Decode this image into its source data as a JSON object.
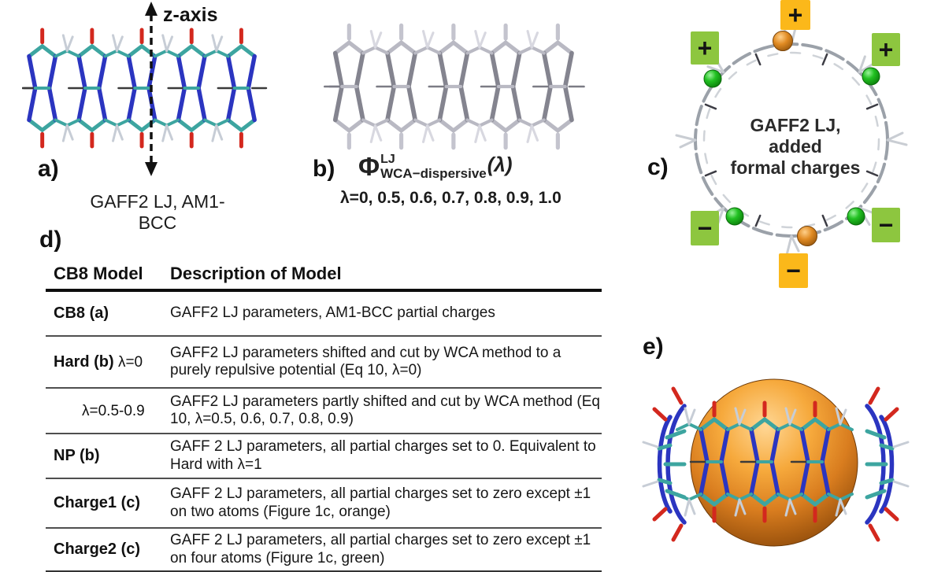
{
  "figure": {
    "type": "scientific-figure",
    "panels": {
      "a": {
        "label": "a)",
        "axis_label": "z-axis",
        "caption": "GAFF2 LJ, AM1-BCC",
        "molecule": "CB8 side view, colored sticks (blue N, teal C, red O)"
      },
      "b": {
        "label": "b)",
        "formula": {
          "phi": "Φ",
          "sup": "LJ",
          "sub": "WCA−dispersive",
          "arg": "(λ)"
        },
        "lambda_values": "λ=0, 0.5, 0.6, 0.7, 0.8, 0.9, 1.0",
        "molecule": "CB8 side view, uncharged gray sticks"
      },
      "c": {
        "label": "c)",
        "center_text_line1": "GAFF2 LJ, added",
        "center_text_line2": "formal charges",
        "molecule": "CB8 top view ring with charged atoms (orange and green spheres)",
        "charges": [
          {
            "sign": "+",
            "color": "amber",
            "position": "top"
          },
          {
            "sign": "+",
            "color": "green",
            "position": "upper-left"
          },
          {
            "sign": "+",
            "color": "green",
            "position": "upper-right"
          },
          {
            "sign": "−",
            "color": "green",
            "position": "lower-left"
          },
          {
            "sign": "−",
            "color": "green",
            "position": "lower-right"
          },
          {
            "sign": "−",
            "color": "amber",
            "position": "bottom"
          }
        ]
      },
      "d": {
        "label": "d)",
        "table": {
          "headers": [
            "CB8 Model",
            "Description of Model"
          ],
          "rows": [
            {
              "model_bold": "CB8 (a)",
              "model_plain": "",
              "description": "GAFF2 LJ parameters, AM1-BCC partial charges"
            },
            {
              "model_bold": "Hard  (b)",
              "model_plain": " λ=0",
              "description": "GAFF2 LJ parameters shifted and cut by WCA method to a purely repulsive potential (Eq 10, λ=0)"
            },
            {
              "model_bold": "",
              "model_plain": "λ=0.5-0.9",
              "description": "GAFF2 LJ parameters partly shifted and cut by WCA method (Eq 10, λ=0.5, 0.6, 0.7, 0.8, 0.9)"
            },
            {
              "model_bold": "NP (b)",
              "model_plain": "",
              "description": "GAFF 2 LJ parameters, all partial charges set to 0. Equivalent to Hard with λ=1"
            },
            {
              "model_bold": "Charge1 (c)",
              "model_plain": "",
              "description": "GAFF 2 LJ parameters, all partial charges set to zero except ±1 on two atoms (Figure 1c, orange)"
            },
            {
              "model_bold": "Charge2 (c)",
              "model_plain": "",
              "description": "GAFF 2 LJ parameters, all partial charges set to zero except ±1 on four atoms (Figure 1c, green)"
            }
          ]
        }
      },
      "e": {
        "label": "e)",
        "molecule": "CB8 side view with large orange guest sphere bound inside"
      }
    },
    "colors": {
      "badge_green": "#8dc63f",
      "badge_amber": "#fbb81a",
      "sphere_orange": "#d97d1f",
      "sphere_green": "#1db31d",
      "molecule_blue": "#2b35c0",
      "molecule_teal": "#3da5a0",
      "molecule_red": "#d3281e",
      "molecule_gray": "#9b9ba5"
    }
  }
}
